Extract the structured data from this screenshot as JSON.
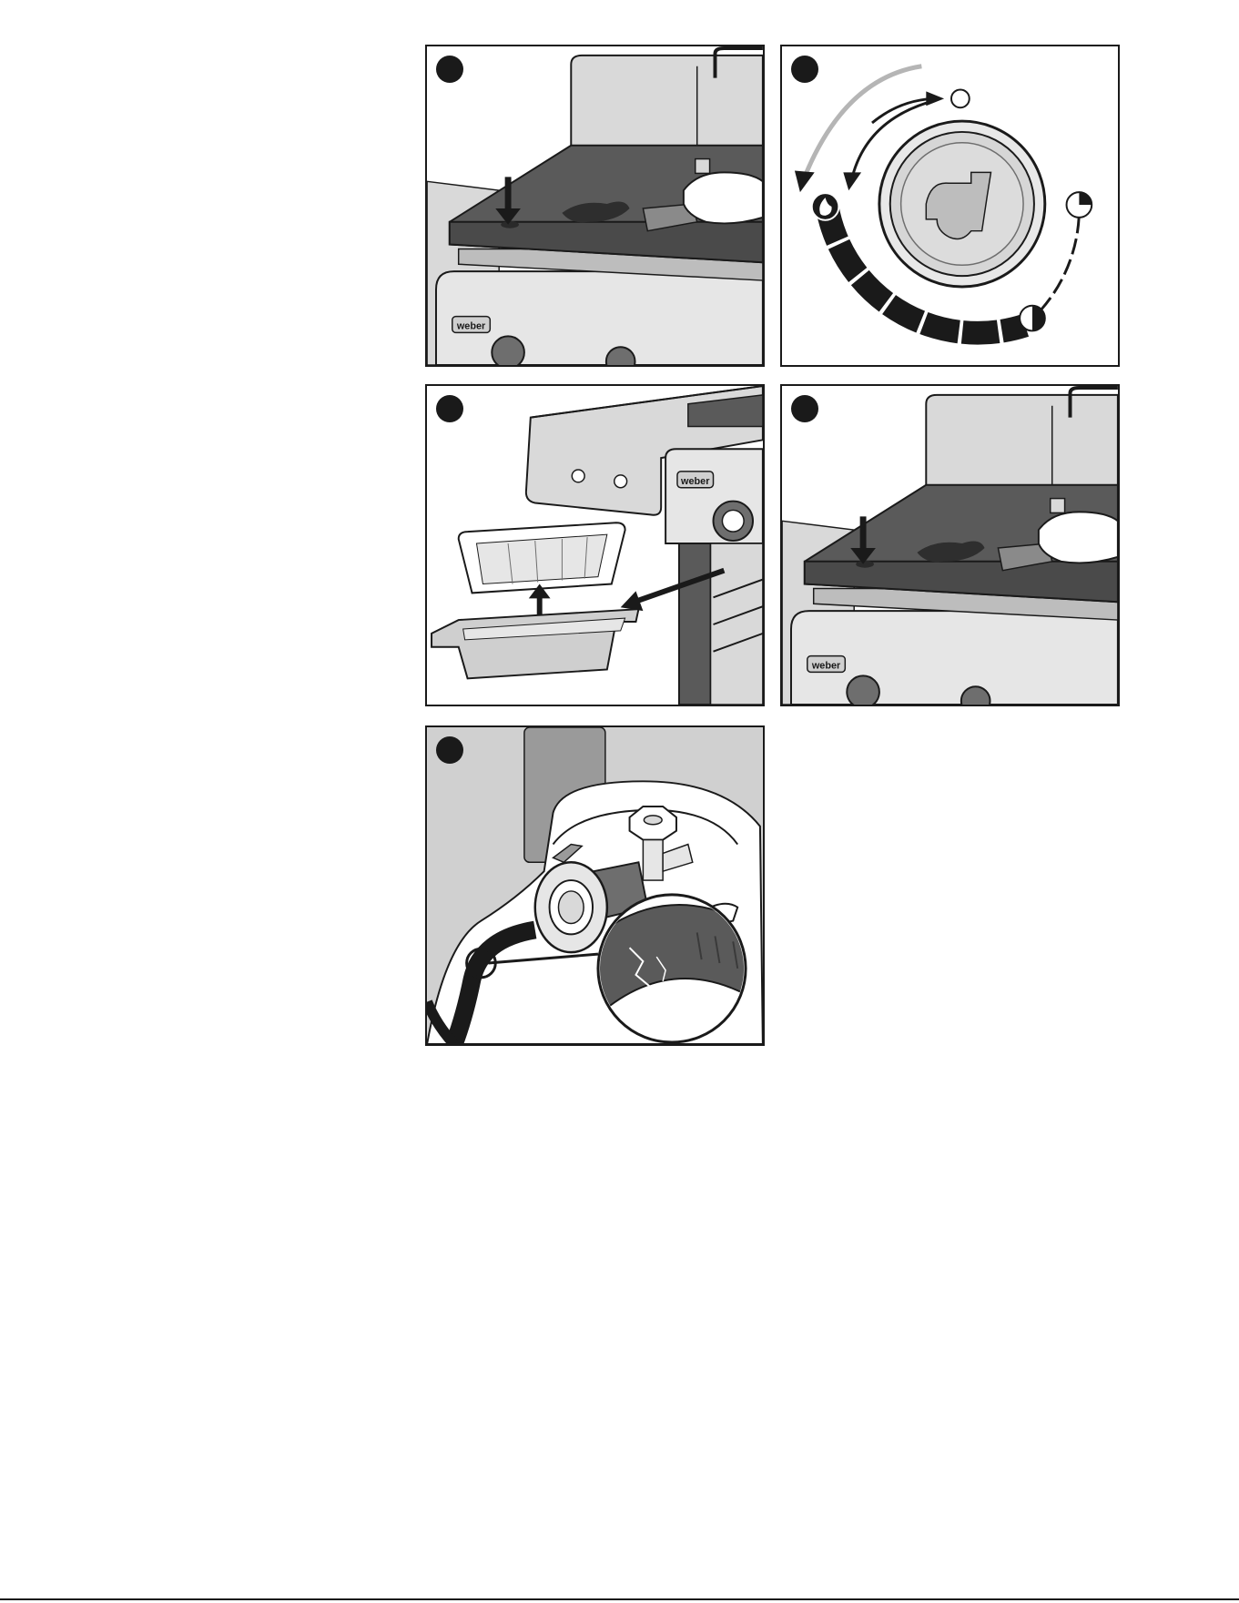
{
  "brand": {
    "logo_text": "weber"
  },
  "panels": [
    {
      "id": "p1",
      "description_name": "scrape-griddle-grease"
    },
    {
      "id": "p2",
      "description_name": "control-knob-settings"
    },
    {
      "id": "p3",
      "description_name": "remove-grease-tray"
    },
    {
      "id": "p4",
      "description_name": "scrape-griddle-grease-repeat"
    },
    {
      "id": "p5",
      "description_name": "inspect-gas-hose"
    }
  ],
  "knob": {
    "icons": [
      "off-icon",
      "high-flame-icon",
      "medium-icon",
      "low-icon"
    ]
  },
  "footer": {
    "page_ref": ""
  },
  "colors": {
    "ink": "#1a1a1a",
    "mid_gray": "#6e6e6e",
    "light_gray": "#d9d9d9",
    "griddle": "#5a5a5a"
  }
}
